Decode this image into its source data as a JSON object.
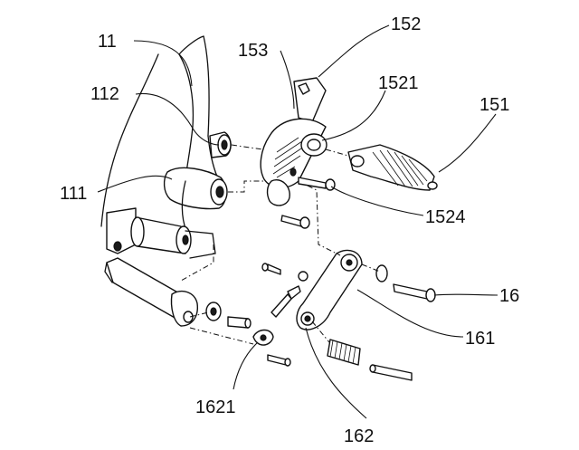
{
  "figure": {
    "labels": {
      "11": "11",
      "111": "111",
      "112": "112",
      "15": "151",
      "152": "152",
      "153": "153",
      "1521": "1521",
      "1524": "1524",
      "16": "16",
      "161": "161",
      "162": "162",
      "1621": "1621"
    }
  }
}
